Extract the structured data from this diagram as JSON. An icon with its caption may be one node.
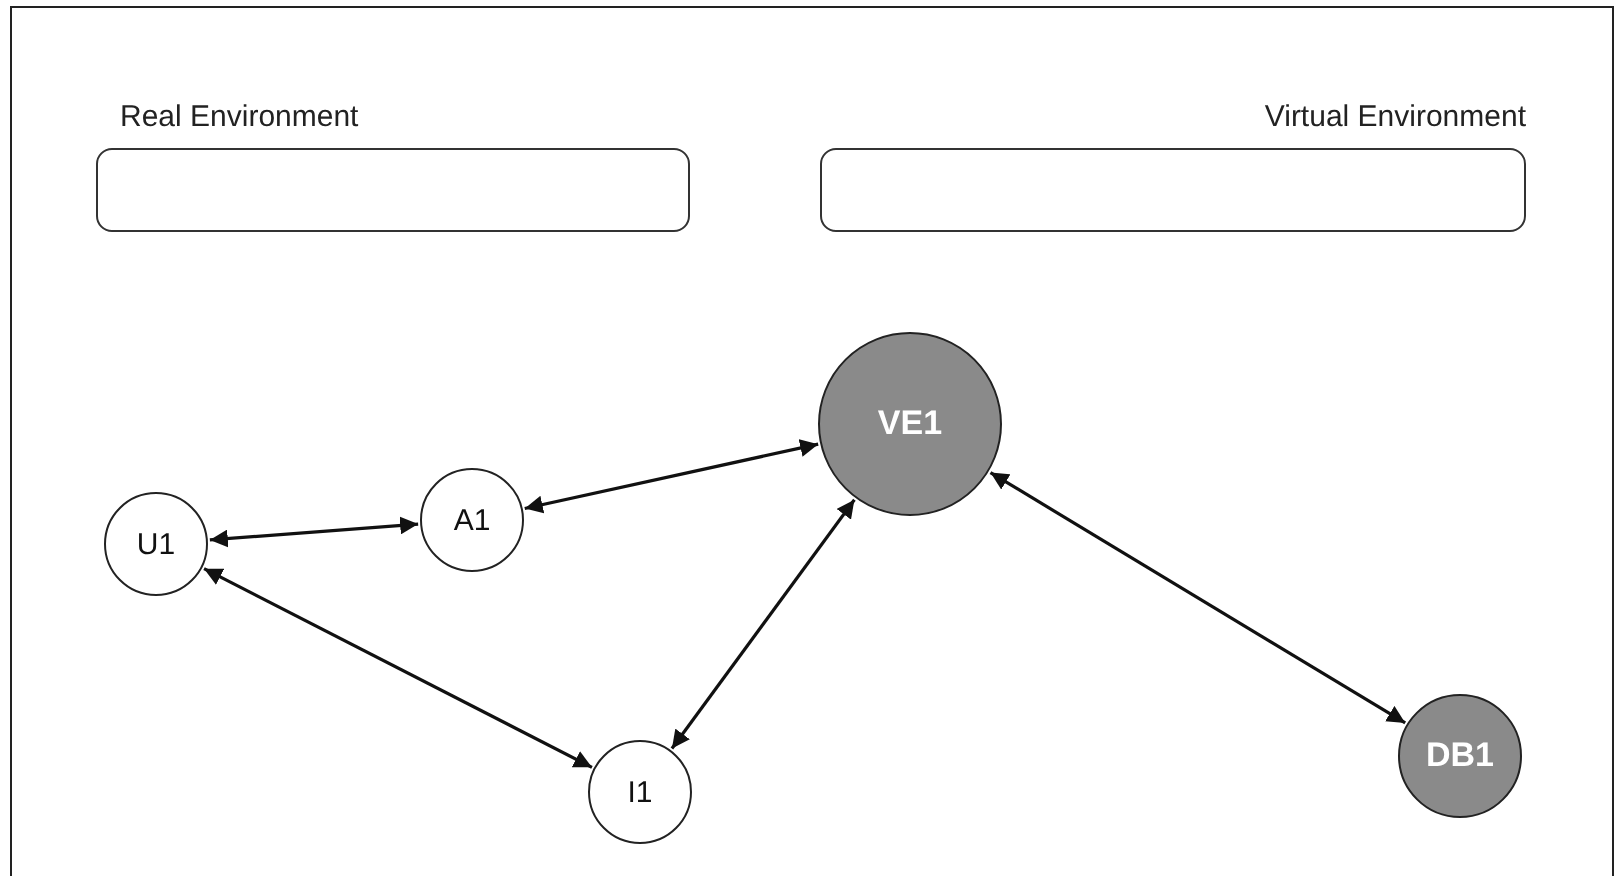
{
  "diagram": {
    "nodes": [
      {
        "text": [
          "Real Environment"
        ]
      },
      {
        "text": [
          "Virtual Environment"
        ]
      },
      {
        "text": [
          "U1"
        ]
      },
      {
        "text": [
          "A1"
        ]
      },
      {
        "text": [
          "VE1"
        ]
      },
      {
        "text": [
          "I1"
        ]
      },
      {
        "text": [
          "DB1"
        ]
      }
    ],
    "edges": [
      {
        "from": 2,
        "to": 3,
        "arrow": "both"
      },
      {
        "from": 3,
        "to": 4,
        "arrow": "both"
      },
      {
        "from": 2,
        "to": 5,
        "arrow": "both"
      },
      {
        "from": 5,
        "to": 4,
        "arrow": "both"
      },
      {
        "from": 4,
        "to": 6,
        "arrow": "both"
      }
    ]
  }
}
